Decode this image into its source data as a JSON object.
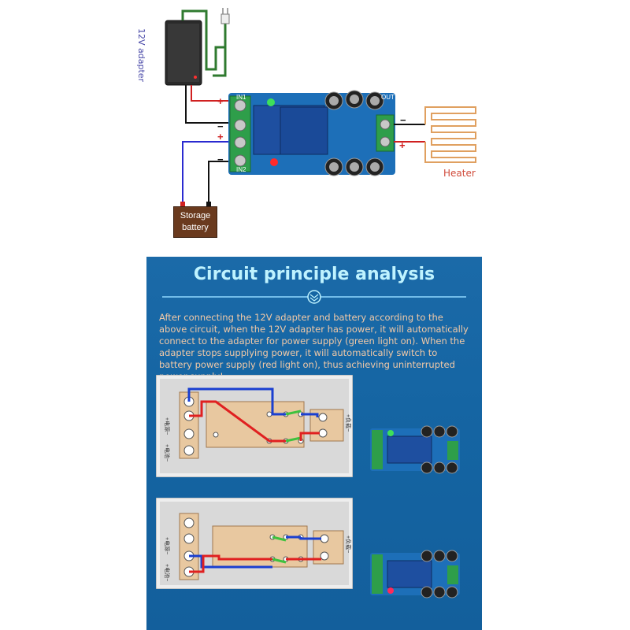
{
  "top_diagram": {
    "adapter_label": "12V adapter",
    "heater_label": "Heater",
    "battery_label_line1": "Storage",
    "battery_label_line2": "battery",
    "board_labels": {
      "in1": "IN1",
      "in2": "IN2",
      "out": "OUT"
    },
    "polarity": {
      "in1_plus": "+",
      "in1_minus": "−",
      "in2_plus": "+",
      "in2_minus": "−",
      "out_minus": "−",
      "out_plus": "+"
    }
  },
  "panel": {
    "title": "Circuit principle analysis",
    "description": "After connecting the 12V adapter and battery according to the above circuit, when the 12V adapter has power, it will automatically connect to the adapter for power supply (green light on). When the adapter stops supplying power, it will automatically switch to battery power supply (red light on), thus achieving uninterrupted power supply!",
    "diagram1_labels": {
      "top": "+电源−",
      "bottom": "+电池−",
      "right": "+负载−"
    },
    "diagram2_labels": {
      "top": "+电源−",
      "bottom": "+电池−",
      "right": "+负载−"
    }
  },
  "colors": {
    "panel_bg": "#1565a3",
    "title": "#bff3ff",
    "desc": "#f2c9a6",
    "wire_red": "#e02020",
    "wire_blue": "#1a3fd0",
    "switch_green": "#3ec23e"
  }
}
